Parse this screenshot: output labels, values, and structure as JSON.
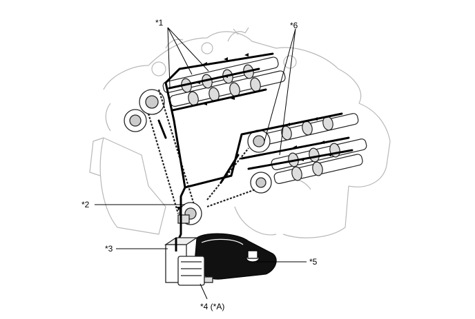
{
  "callouts": {
    "c1": "*1",
    "c2": "*2",
    "c3": "*3",
    "c4": "*4 (*A)",
    "c5": "*5",
    "c6": "*6"
  },
  "colors": {
    "background": "#ffffff",
    "ink": "#000000",
    "ghost": "#b8b8b8",
    "engine_line": "#222222",
    "oil_path": "#000000",
    "pan_fill": "#111111"
  }
}
